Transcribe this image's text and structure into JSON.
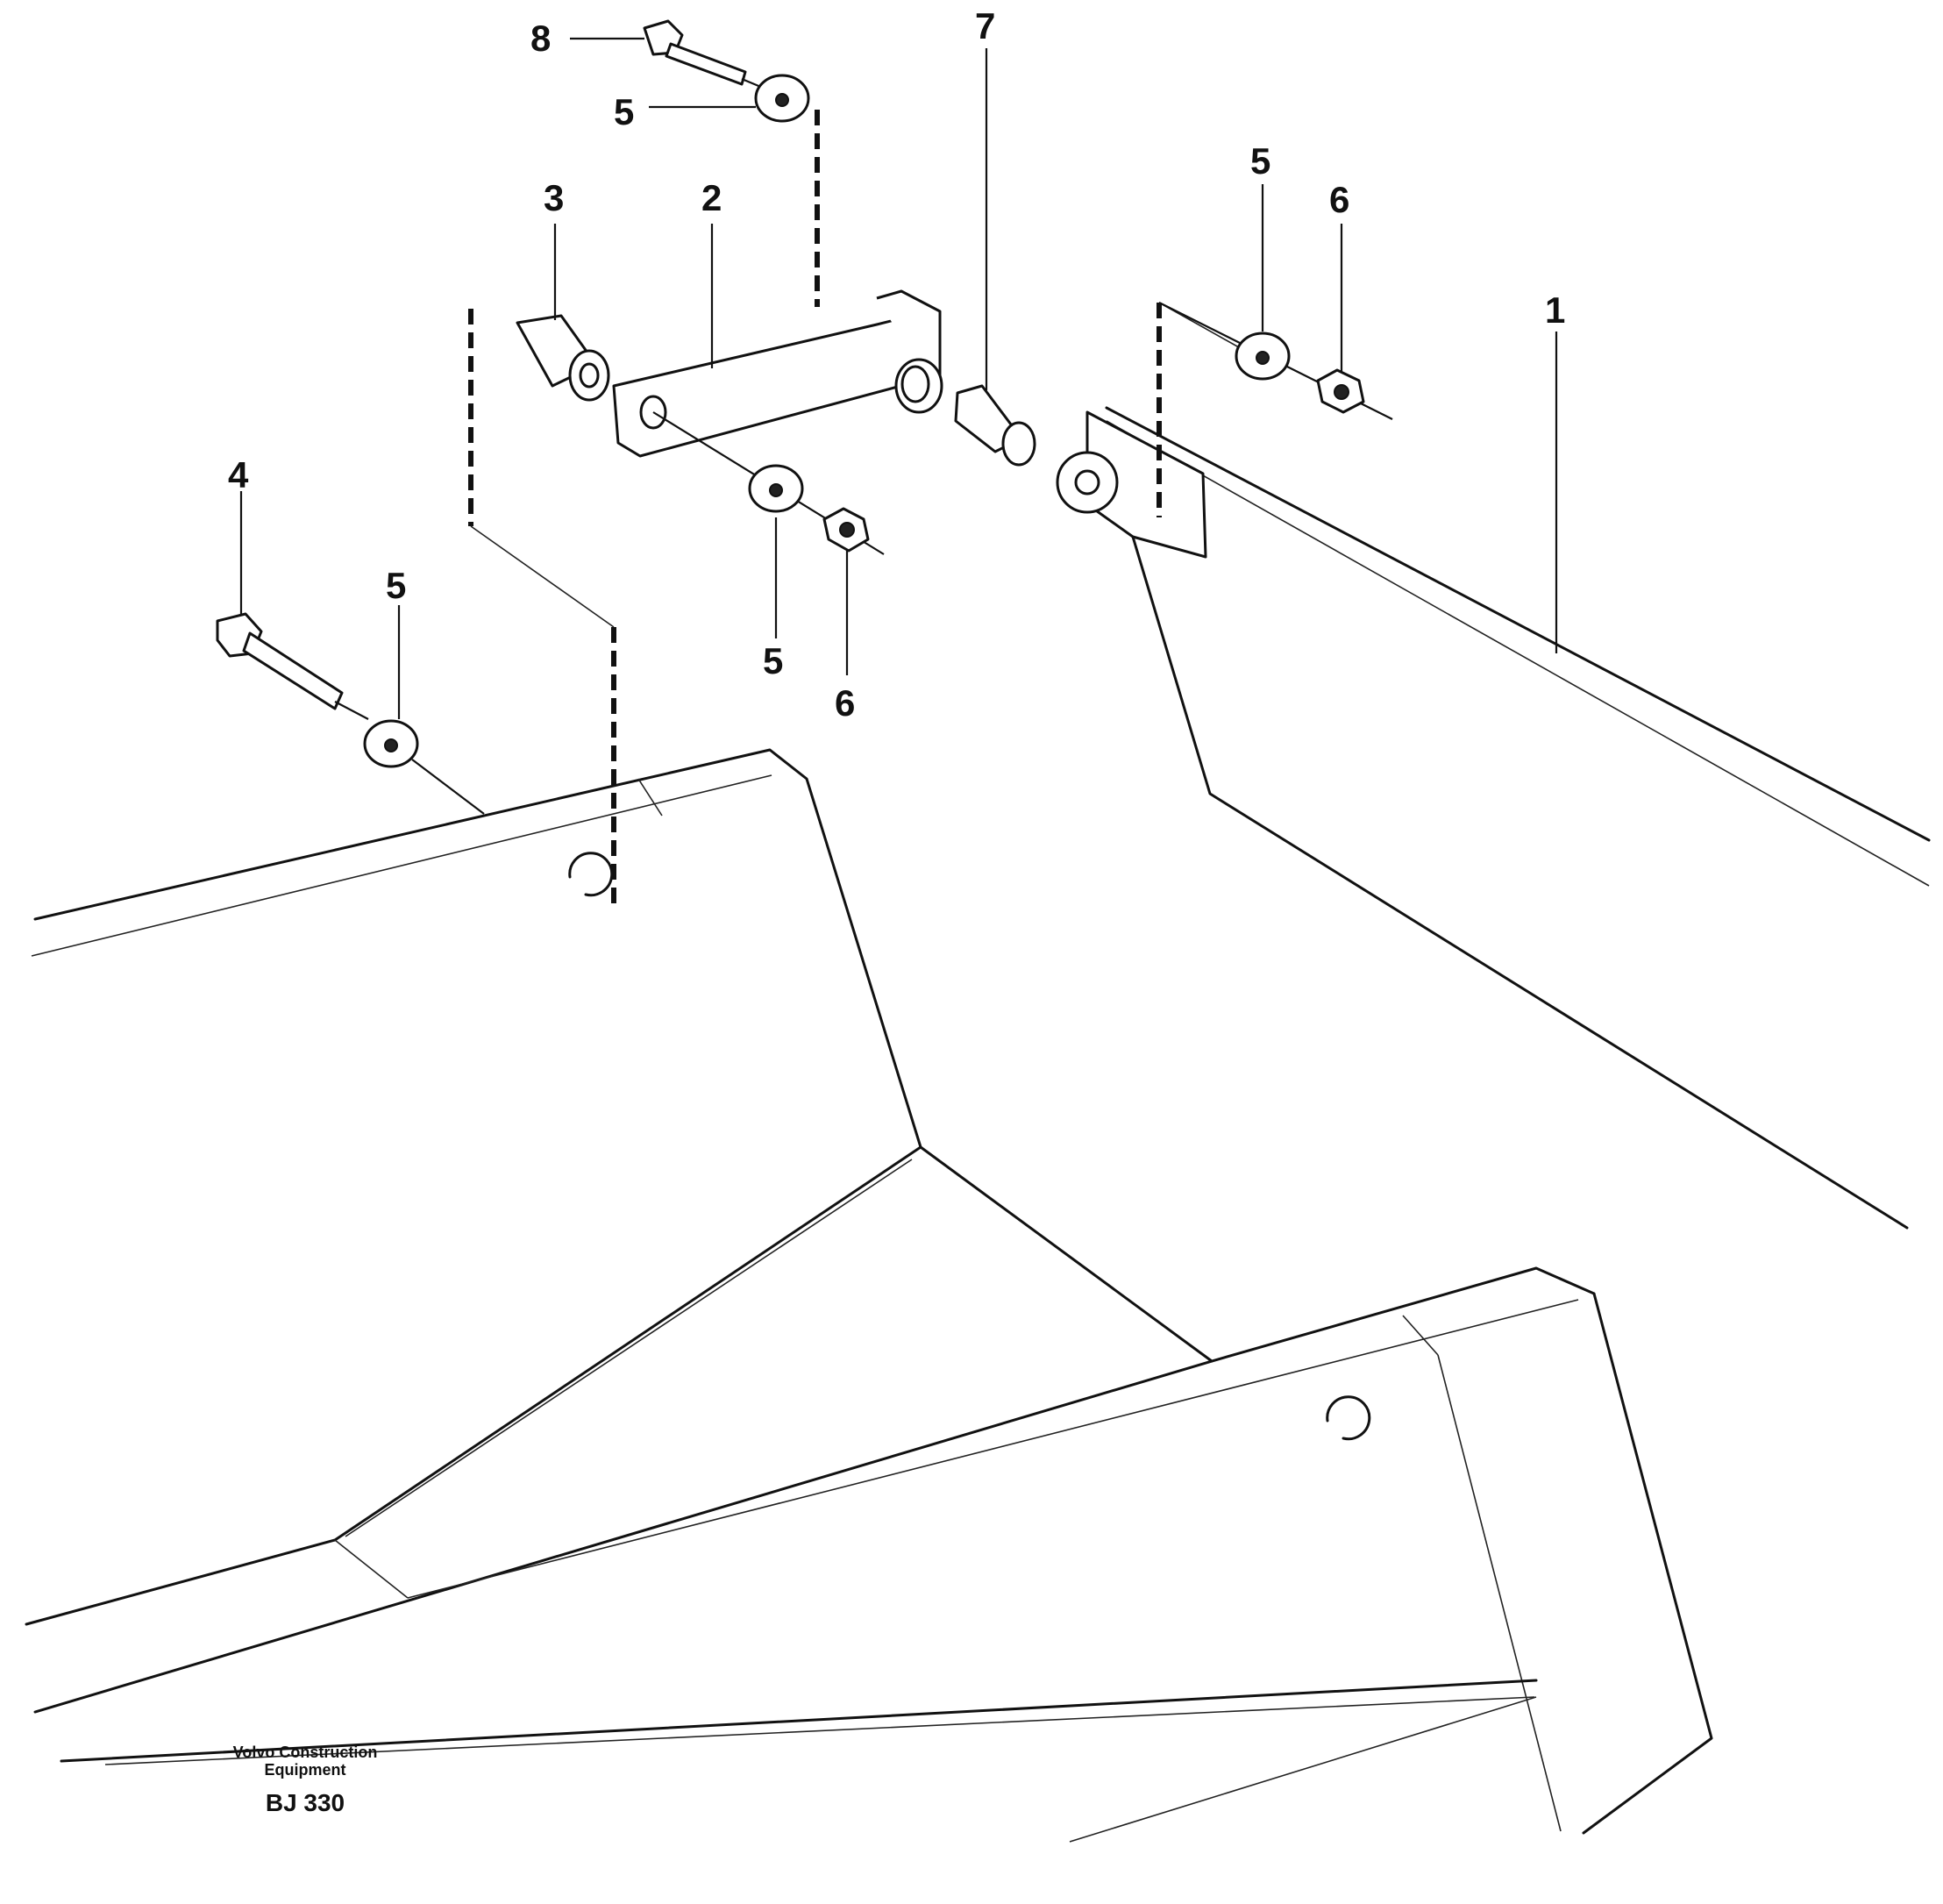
{
  "callouts": {
    "c8": "8",
    "c5_top": "5",
    "c3": "3",
    "c2": "2",
    "c7": "7",
    "c5_right": "5",
    "c6_right": "6",
    "c1": "1",
    "c4": "4",
    "c5_left": "5",
    "c5_mid": "5",
    "c6_mid": "6"
  },
  "credit": {
    "company": "Volvo Construction Equipment",
    "code": "BJ 330"
  }
}
